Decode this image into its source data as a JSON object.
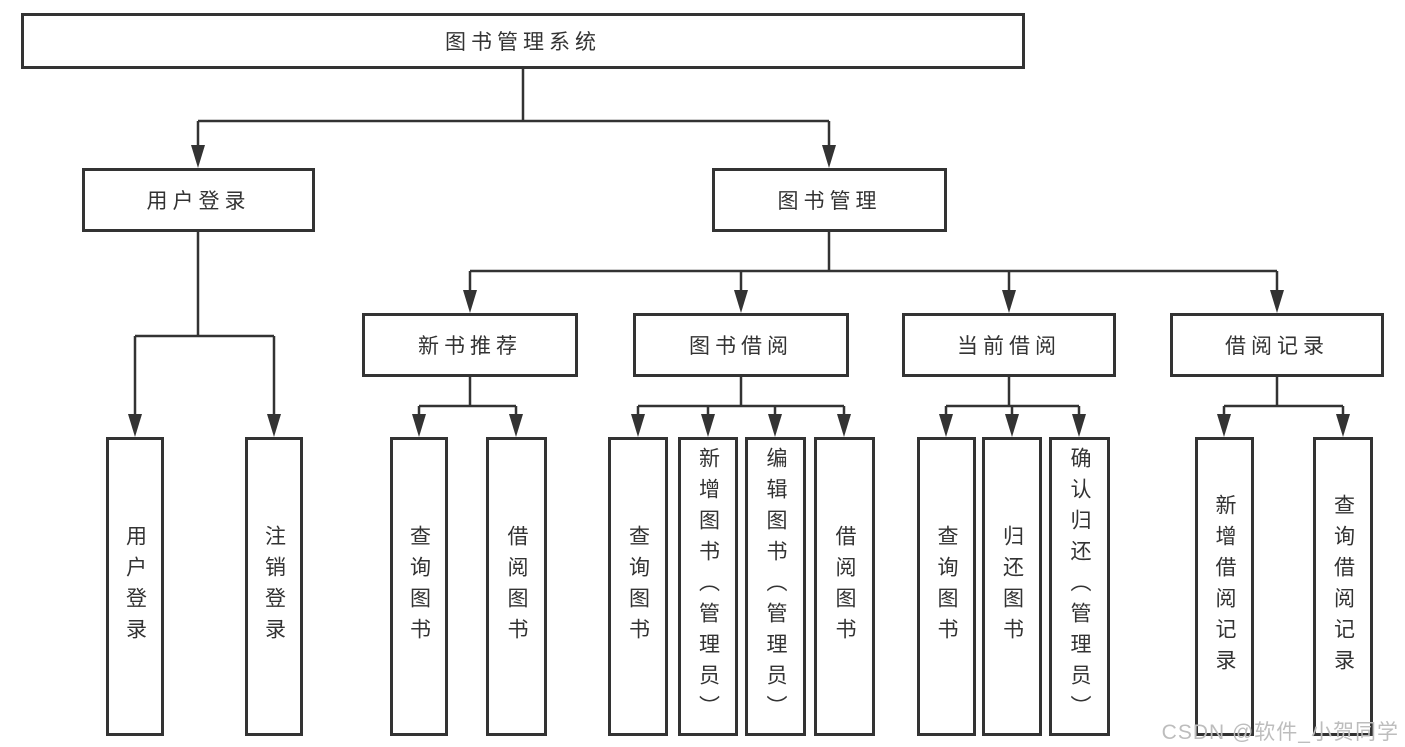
{
  "diagram_type": "hierarchy-tree",
  "colors": {
    "line": "#333333",
    "border": "#333333",
    "text": "#333333",
    "watermark_text": "#bdbdbd",
    "background": "#ffffff"
  },
  "tree": {
    "label": "图书管理系统",
    "children": [
      {
        "label": "用户登录",
        "children": [
          {
            "label": "用户登录"
          },
          {
            "label": "注销登录"
          }
        ]
      },
      {
        "label": "图书管理",
        "children": [
          {
            "label": "新书推荐",
            "children": [
              {
                "label": "查询图书"
              },
              {
                "label": "借阅图书"
              }
            ]
          },
          {
            "label": "图书借阅",
            "children": [
              {
                "label": "查询图书"
              },
              {
                "label": "新增图书（管理员）"
              },
              {
                "label": "编辑图书（管理员）"
              },
              {
                "label": "借阅图书"
              }
            ]
          },
          {
            "label": "当前借阅",
            "children": [
              {
                "label": "查询图书"
              },
              {
                "label": "归还图书"
              },
              {
                "label": "确认归还（管理员）"
              }
            ]
          },
          {
            "label": "借阅记录",
            "children": [
              {
                "label": "新增借阅记录"
              },
              {
                "label": "查询借阅记录"
              }
            ]
          }
        ]
      }
    ]
  },
  "watermark": {
    "text": "CSDN @软件_小贺同学"
  }
}
